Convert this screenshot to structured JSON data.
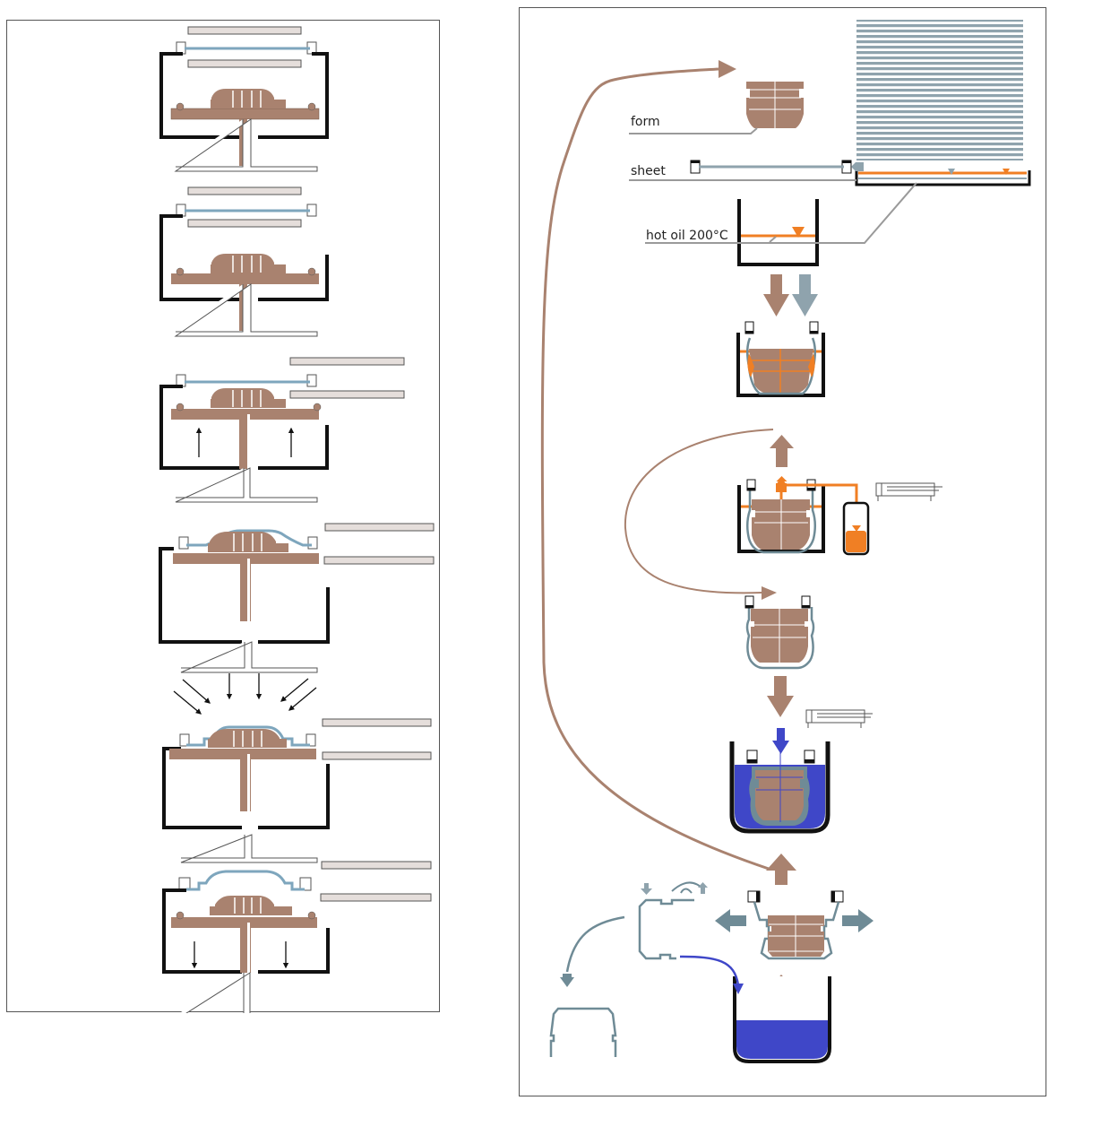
{
  "left_panel": {
    "title": "",
    "stages": [
      {
        "id": "step-1",
        "description": "sheet clamped, heaters above and below, platen lowered"
      },
      {
        "id": "step-2",
        "description": "heating sheet, chamber open on right"
      },
      {
        "id": "step-3",
        "description": "platen rising",
        "arrows": "up"
      },
      {
        "id": "step-4",
        "description": "sheet draped over form"
      },
      {
        "id": "step-5",
        "description": "vacuum/pressure forming",
        "arrows": "inward"
      },
      {
        "id": "step-6",
        "description": "platen lowered, formed part released",
        "arrows": "down"
      }
    ]
  },
  "right_panel": {
    "labels": {
      "form": "form",
      "sheet": "sheet",
      "hot_oil": "hot oil 200°C"
    }
  },
  "colors": {
    "form_brown": "#a9826f",
    "sheet_grey_blue": "#6f8b96",
    "hot_oil_orange": "#f07f24",
    "water_blue": "#3f47c8",
    "heater_beige": "#e5dedb",
    "outline_black": "#111111",
    "label_line_grey": "#9a9a9a",
    "sheet_stack_stripe": "#8fa3ad"
  }
}
